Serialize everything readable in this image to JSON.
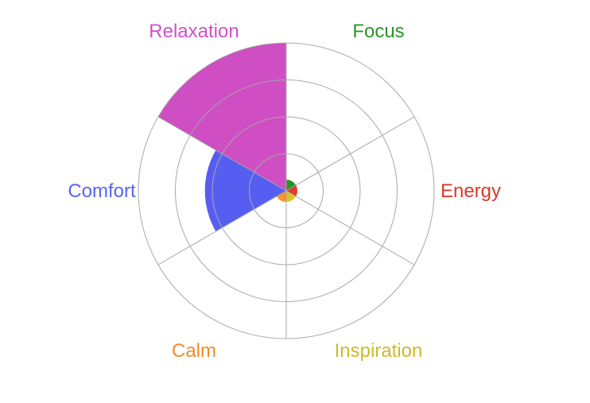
{
  "chart_data": {
    "type": "polar-area",
    "title": "",
    "categories": [
      "Focus",
      "Energy",
      "Inspiration",
      "Calm",
      "Comfort",
      "Relaxation"
    ],
    "values": [
      0.3,
      0.3,
      0.3,
      0.3,
      2.2,
      4.0
    ],
    "colors": [
      "#1a8f1a",
      "#e0301e",
      "#d6c21f",
      "#ff8c1a",
      "#4d55f0",
      "#cc44c0"
    ],
    "label_colors": [
      "#2a962a",
      "#d93a2a",
      "#cdbb2a",
      "#f08c2a",
      "#5a64f0",
      "#d050c8"
    ],
    "r_max": 4,
    "rings": 4,
    "grid": true,
    "start_angle_deg": 0,
    "direction": "clockwise"
  }
}
